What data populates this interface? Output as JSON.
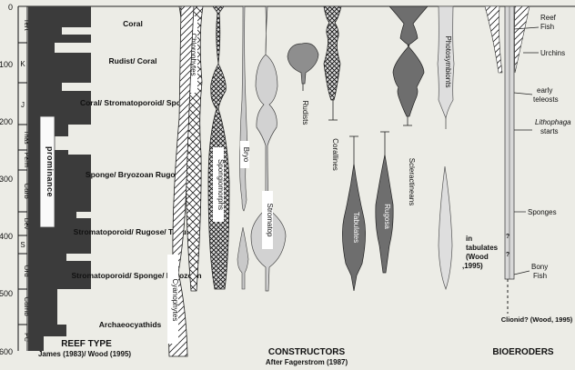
{
  "age_axis": {
    "tick_labels": [
      "0",
      "100",
      "200",
      "300",
      "400",
      "500",
      "600"
    ]
  },
  "periods": [
    {
      "label": "Tert"
    },
    {
      "label": "K"
    },
    {
      "label": "J"
    },
    {
      "label": "Trias"
    },
    {
      "label": "Perm"
    },
    {
      "label": "Carb"
    },
    {
      "label": "Dev"
    },
    {
      "label": "S"
    },
    {
      "label": "Ord"
    },
    {
      "label": "Camb"
    },
    {
      "label": "PC"
    }
  ],
  "reef_types": [
    {
      "label": "Coral"
    },
    {
      "label": "Rudist/ Coral"
    },
    {
      "label": "Coral/ Stromatoporoid/ Sponge"
    },
    {
      "label": "Sponge/ Bryozoan Rugose"
    },
    {
      "label": "Stromatoporoid/ Rugose/ Tabulate"
    },
    {
      "label": "Stromatoporoid/ Sponge/ Bryozoan"
    },
    {
      "label": "Archaeocyathids"
    }
  ],
  "prominence_label": "prominance",
  "constructors": [
    {
      "name": "Chlorophytes"
    },
    {
      "name": "Cyanophytes"
    },
    {
      "name": "Spongiomorphs"
    },
    {
      "name": "Bryo"
    },
    {
      "name": "Stromatop"
    },
    {
      "name": "Rudists"
    },
    {
      "name": "Corallines"
    },
    {
      "name": "Tabulates"
    },
    {
      "name": "Rugosa"
    },
    {
      "name": "Scleractineans"
    },
    {
      "name": "Photosymbionts"
    }
  ],
  "symbiont_note": "in tabulates (Wood ,1995)",
  "bioeroders": [
    {
      "label": "Reef Fish"
    },
    {
      "label": "Urchins"
    },
    {
      "label": "early teleosts"
    },
    {
      "label": "Lithophaga starts"
    },
    {
      "label": "Sponges"
    },
    {
      "label": "Bony Fish"
    }
  ],
  "query_marks": [
    "?",
    "?"
  ],
  "clionid_note": "Clionid? (Wood, 1995)",
  "footer": {
    "reef_type_title": "REEF TYPE",
    "reef_type_credit": "James (1983)/ Wood (1995)",
    "constructors_title": "CONSTRUCTORS",
    "constructors_credit": "After Fagerstrom (1987)",
    "bioeroders_title": "BIOERODERS"
  }
}
